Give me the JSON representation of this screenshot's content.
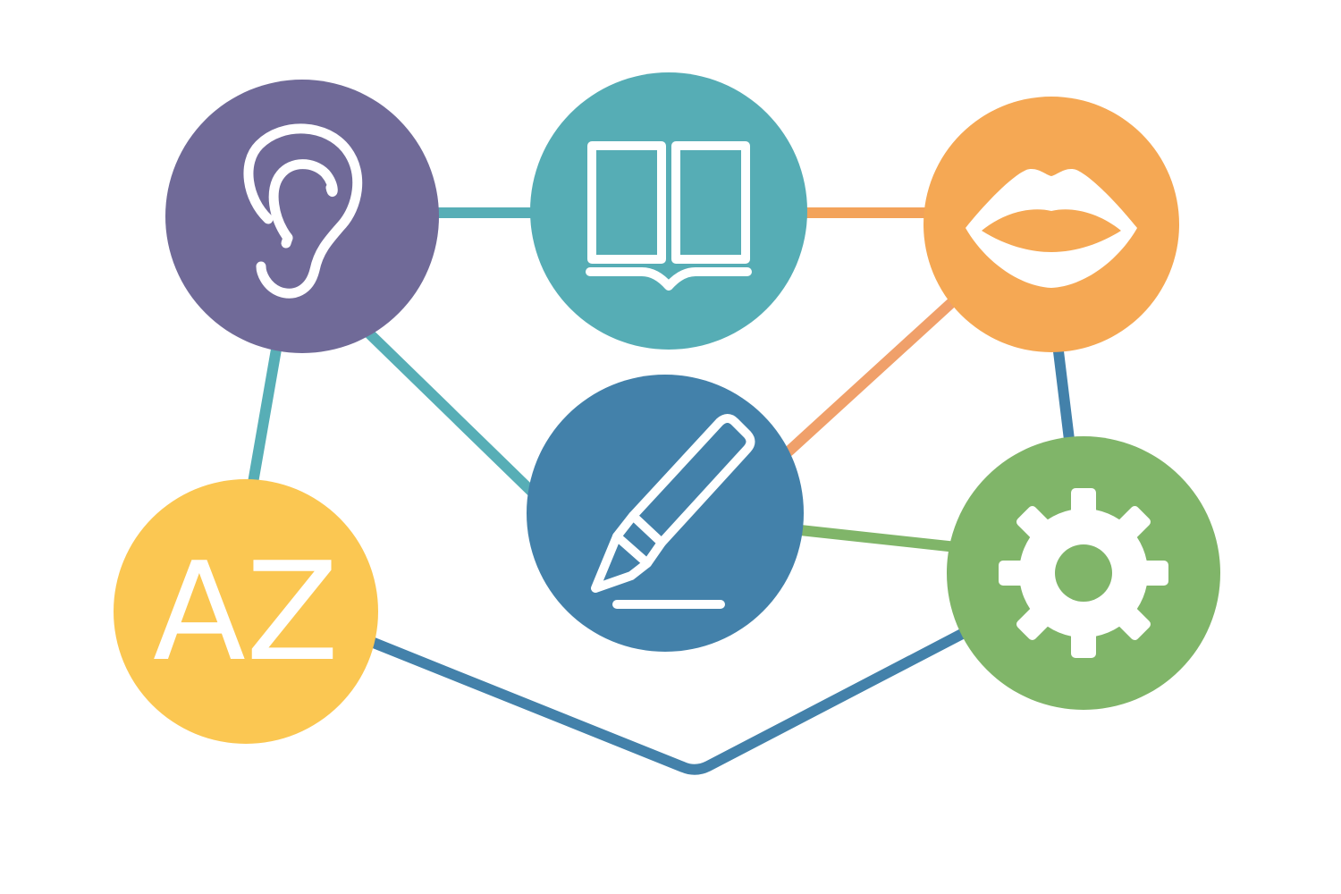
{
  "diagram": {
    "nodes": [
      {
        "id": "listening",
        "icon": "ear-icon",
        "color": "#706a98"
      },
      {
        "id": "reading",
        "icon": "open-book-icon",
        "color": "#56adb5"
      },
      {
        "id": "speaking",
        "icon": "lips-icon",
        "color": "#f5a854"
      },
      {
        "id": "writing",
        "icon": "pen-icon",
        "color": "#4381aa"
      },
      {
        "id": "vocabulary",
        "icon": "az-letters-icon",
        "color": "#fbc752",
        "text": "AZ"
      },
      {
        "id": "grammar",
        "icon": "gear-icon",
        "color": "#80b569"
      }
    ],
    "edges": [
      {
        "from": "listening",
        "to": "reading",
        "color": "#57aeb6"
      },
      {
        "from": "reading",
        "to": "speaking",
        "color": "#f3a35a"
      },
      {
        "from": "listening",
        "to": "vocabulary",
        "color": "#57aeb6"
      },
      {
        "from": "listening",
        "to": "writing",
        "color": "#57aeb6"
      },
      {
        "from": "speaking",
        "to": "writing",
        "color": "#f0a06a"
      },
      {
        "from": "speaking",
        "to": "grammar",
        "color": "#4381aa"
      },
      {
        "from": "writing",
        "to": "grammar",
        "color": "#80b569"
      },
      {
        "from": "vocabulary",
        "to": "grammar",
        "color": "#4381aa",
        "via": "bottom"
      }
    ]
  }
}
